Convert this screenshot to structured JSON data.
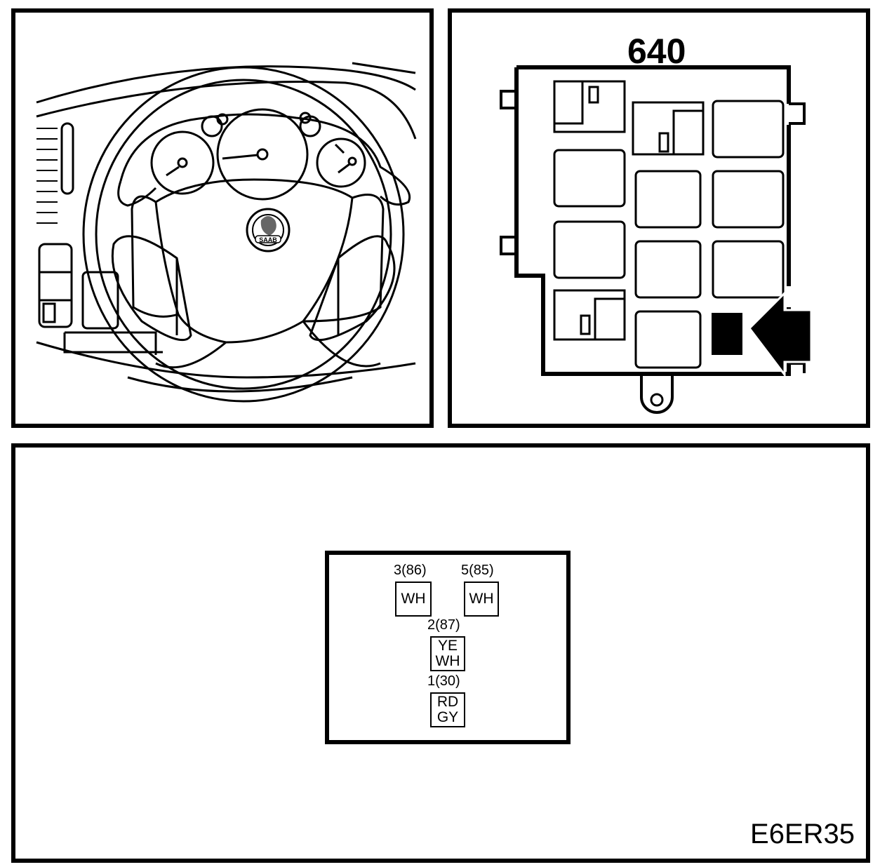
{
  "fuse_box": {
    "number": "640"
  },
  "steering_wheel": {
    "badge_text": "SAAB"
  },
  "connector": {
    "pins": [
      {
        "label": "3(86)",
        "colors": [
          "WH"
        ]
      },
      {
        "label": "5(85)",
        "colors": [
          "WH"
        ]
      },
      {
        "label": "2(87)",
        "colors": [
          "YE",
          "WH"
        ]
      },
      {
        "label": "1(30)",
        "colors": [
          "RD",
          "GY"
        ]
      }
    ]
  },
  "figure_code": "E6ER35"
}
